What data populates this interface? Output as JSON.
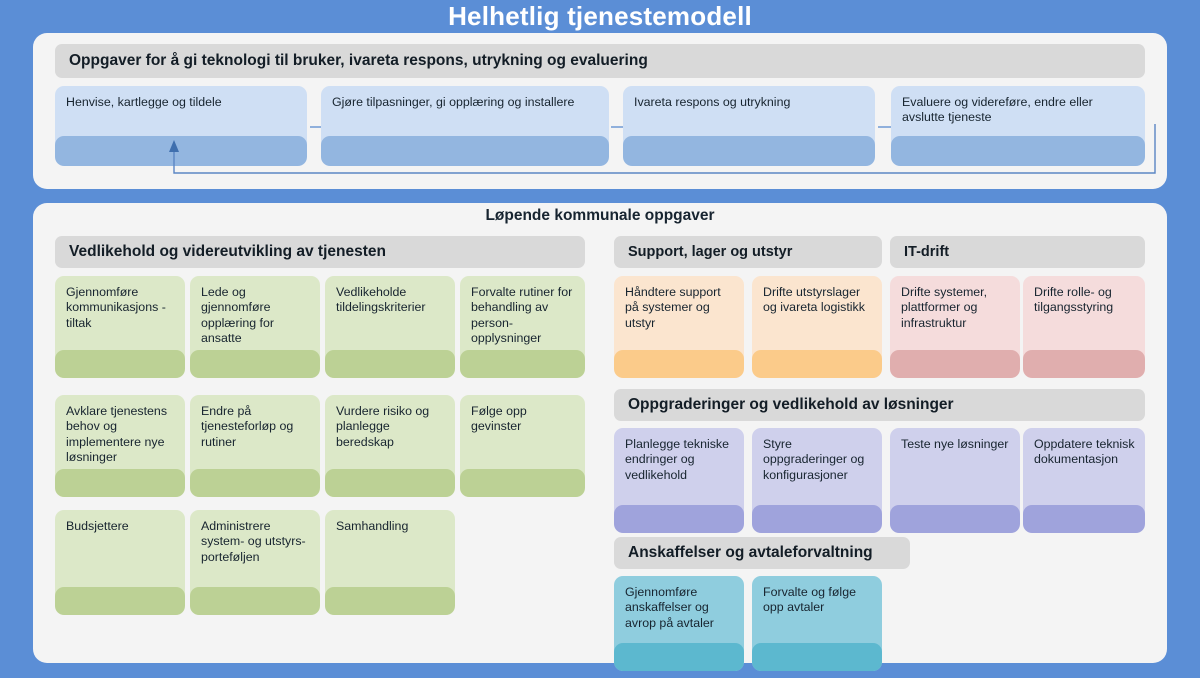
{
  "title": "Helhetlig tjenestemodell",
  "top_panel": {
    "header": "Oppgaver for å gi teknologi til bruker, ivareta respons, utrykning og evaluering",
    "steps": [
      {
        "label": "Henvise, kartlegge og tildele"
      },
      {
        "label": "Gjøre tilpasninger, gi opplæring og installere"
      },
      {
        "label": "Ivareta respons og utrykning"
      },
      {
        "label": "Evaluere og videreføre, endre eller avslutte tjeneste"
      }
    ],
    "arrow_icon": "arrow-right-icon",
    "loop_icon": "feedback-loop-arrow-icon"
  },
  "bottom_panel": {
    "header": "Løpende kommunale oppgaver",
    "left_section": {
      "header": "Vedlikehold og videreutvikling av tjenesten",
      "cards": [
        {
          "label": "Gjennomføre kommunikasjons -tiltak"
        },
        {
          "label": "Lede og gjennomføre opplæring for ansatte"
        },
        {
          "label": "Vedlikeholde tildelingskriterier"
        },
        {
          "label": "Forvalte rutiner for behandling av person- opplysninger"
        },
        {
          "label": "Avklare tjenestens behov og implementere nye løsninger"
        },
        {
          "label": "Endre på tjenesteforløp og rutiner"
        },
        {
          "label": "Vurdere risiko og planlegge beredskap"
        },
        {
          "label": "Følge opp gevinster"
        },
        {
          "label": "Budsjettere"
        },
        {
          "label": "Administrere system- og utstyrs- porteføljen"
        },
        {
          "label": "Samhandling"
        }
      ]
    },
    "support_section": {
      "header": "Support, lager og utstyr",
      "cards": [
        {
          "label": "Håndtere support på systemer og utstyr"
        },
        {
          "label": "Drifte utstyrslager og ivareta logistikk"
        }
      ]
    },
    "itdrift_section": {
      "header": "IT-drift",
      "cards": [
        {
          "label": "Drifte systemer, plattformer og infrastruktur"
        },
        {
          "label": "Drifte rolle- og tilgangsstyring"
        }
      ]
    },
    "upgrades_section": {
      "header": "Oppgraderinger og vedlikehold av løsninger",
      "cards": [
        {
          "label": "Planlegge tekniske endringer og vedlikehold"
        },
        {
          "label": "Styre oppgraderinger og konfigurasjoner"
        },
        {
          "label": "Teste nye løsninger"
        },
        {
          "label": "Oppdatere teknisk dokumentasjon"
        }
      ]
    },
    "procurement_section": {
      "header": "Anskaffelser og avtaleforvaltning",
      "cards": [
        {
          "label": "Gjennomføre anskaffelser og avrop på avtaler"
        },
        {
          "label": "Forvalte og følge opp avtaler"
        }
      ]
    }
  },
  "colors": {
    "background": "#5b8ed6",
    "panel": "#f4f4f4",
    "section_bar": "#d9d9d9",
    "blue_card": "#cfdff4",
    "blue_strip": "#93b6e0",
    "green_card": "#dce8c8",
    "green_strip": "#bcd195",
    "orange_card": "#fbe5cf",
    "orange_strip": "#fbcb8a",
    "pink_card": "#f5dcdc",
    "pink_strip": "#e0aeae",
    "purple_card": "#cfd0ec",
    "purple_strip": "#9fa3dc",
    "teal_card": "#8fcdde",
    "teal_strip": "#5cb8cf",
    "arrow": "#6e9ad3"
  }
}
